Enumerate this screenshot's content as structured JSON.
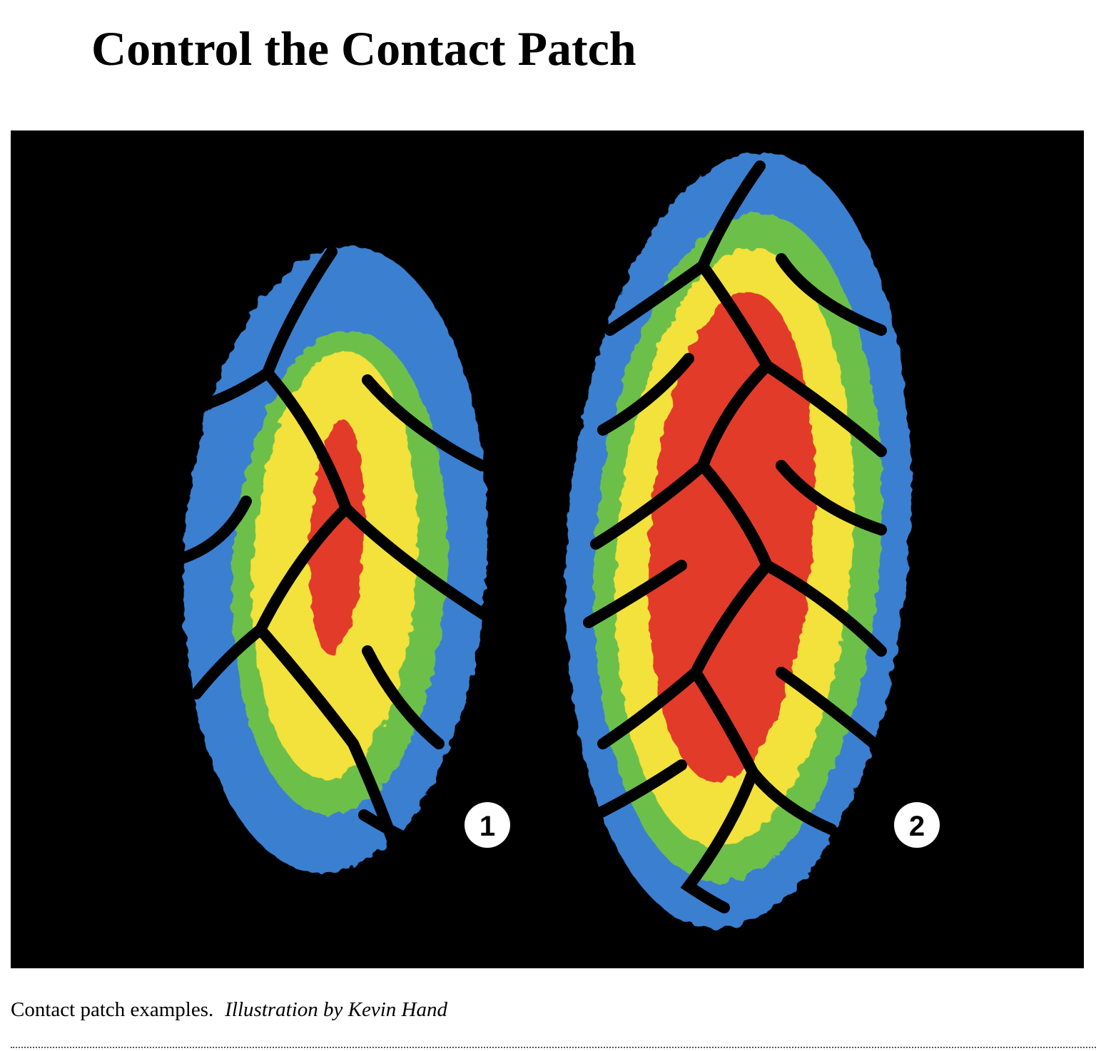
{
  "title": "Control the Contact Patch",
  "figure": {
    "badges": [
      "1",
      "2"
    ],
    "colors": {
      "blue": "#3a7fd0",
      "green": "#6cc04a",
      "yellow": "#f2e23a",
      "red": "#e23a2a"
    }
  },
  "caption": {
    "text": "Contact patch examples.",
    "credit": "Illustration by Kevin Hand"
  }
}
